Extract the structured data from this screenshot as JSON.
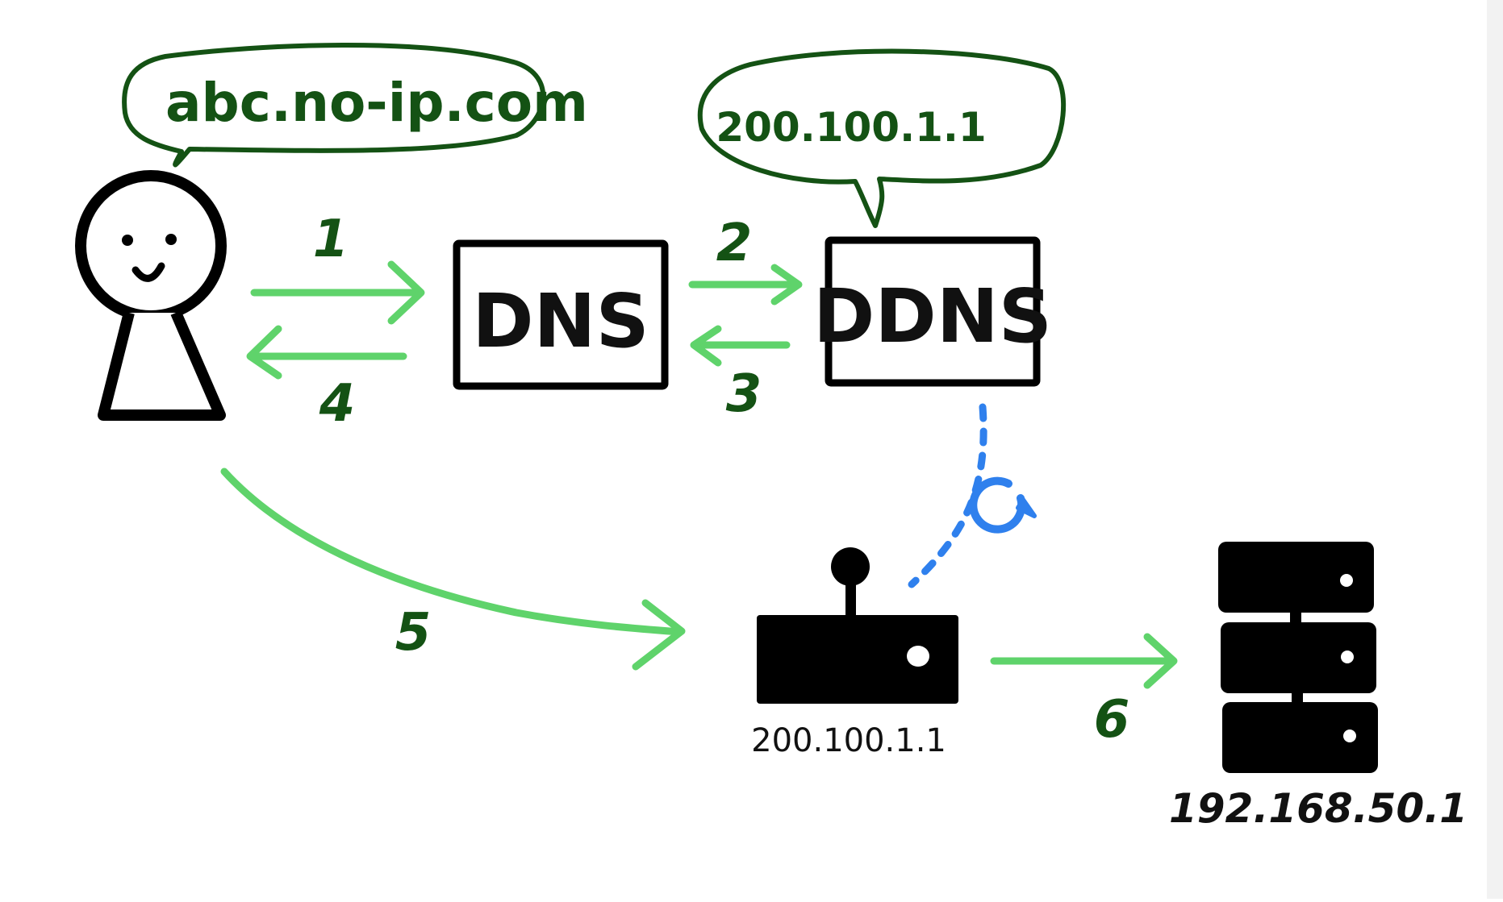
{
  "colors": {
    "arrow_green": "#5fd36b",
    "number_green": "#145214",
    "bubble_outline": "#145214",
    "refresh_blue": "#2f80ed",
    "ink": "#111111"
  },
  "user": {
    "icon": "person-icon",
    "speech_bubble": "abc.no-ip.com"
  },
  "dns_box": {
    "label": "DNS"
  },
  "ddns_box": {
    "label": "DDNS",
    "speech_bubble": "200.100.1.1"
  },
  "router": {
    "icon": "router-icon",
    "ip": "200.100.1.1"
  },
  "server": {
    "icon": "server-stack-icon",
    "ip": "192.168.50.1"
  },
  "refresh": {
    "icon": "refresh-icon"
  },
  "steps": [
    "1",
    "2",
    "3",
    "4",
    "5",
    "6"
  ]
}
